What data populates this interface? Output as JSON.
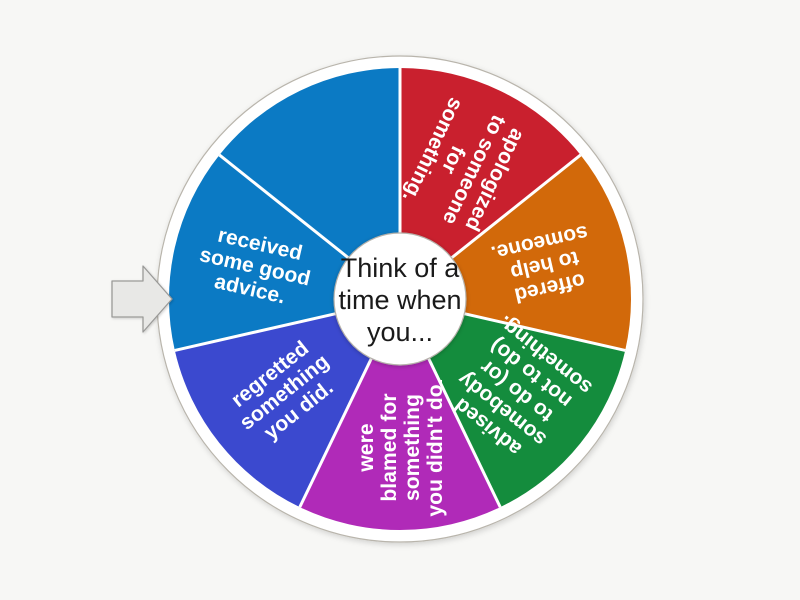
{
  "page": {
    "background_color": "#f7f7f5",
    "title": "Random wheel"
  },
  "wheel": {
    "center_label_lines": [
      "Think of a",
      "time when",
      "you..."
    ],
    "center_label_full": "Think of a time when you...",
    "hub_fill": "#ffffff",
    "rim_fill": "#ffffff",
    "rim_stroke": "#b9b5ac",
    "divider_color": "#ffffff",
    "segment_count": 7,
    "segments": [
      {
        "index": 0,
        "color": "#c9202e",
        "color_name": "red",
        "lines": [
          "apologized",
          "to someone",
          "for",
          "something."
        ],
        "text": "apologized to someone for something."
      },
      {
        "index": 1,
        "color": "#d2690a",
        "color_name": "orange",
        "lines": [
          "offered",
          "to help",
          "someone."
        ],
        "text": "offered to help someone."
      },
      {
        "index": 2,
        "color": "#148c3d",
        "color_name": "green",
        "lines": [
          "advised",
          "somebody",
          "to do (or",
          "not to do)",
          "something."
        ],
        "text": "advised somebody to do (or not to do) something."
      },
      {
        "index": 3,
        "color": "#b02ab8",
        "color_name": "magenta",
        "lines": [
          "were",
          "blamed for",
          "something",
          "you didn't do."
        ],
        "text": "were blamed for something you didn't do."
      },
      {
        "index": 4,
        "color": "#3b49cf",
        "color_name": "indigo",
        "lines": [
          "regretted",
          "something",
          "you did."
        ],
        "text": "regretted something you did."
      },
      {
        "index": 5,
        "color": "#0b7ac4",
        "color_name": "blue",
        "lines": [
          "received",
          "some good",
          "advice."
        ],
        "text": "received some good advice."
      },
      {
        "index": 6,
        "color": "#0b7ac4",
        "color_name": "blue",
        "lines": [],
        "text": ""
      }
    ]
  },
  "pointer": {
    "name": "spin-pointer",
    "fill": "#e8e8e6",
    "stroke": "#9a9a98",
    "direction": "right"
  }
}
